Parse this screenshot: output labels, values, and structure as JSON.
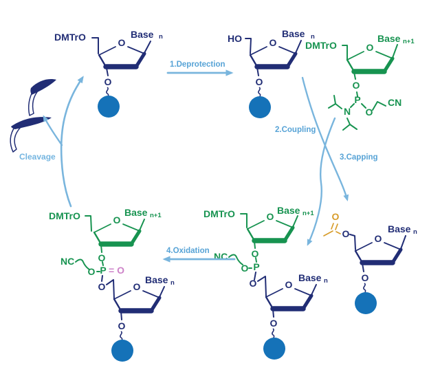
{
  "colors": {
    "navy": "#212d75",
    "green": "#179350",
    "arrow": "#79b5dd",
    "label_blue": "#57a3d6",
    "cleavage_blue": "#74b5e0",
    "bead": "#1572b8",
    "orange": "#d79c2a",
    "pink": "#cd82c8"
  },
  "atoms": {
    "dmtro": "DMTrO",
    "ho": "HO",
    "base": "Base",
    "sub_n": "n",
    "sub_n1": "n+1",
    "o": "O",
    "p": "P",
    "n": "N",
    "nc": "NC",
    "cn": "CN",
    "p_double_o": "= O"
  },
  "steps": {
    "deprotection": "1.Deprotection",
    "coupling": "2.Coupling",
    "capping": "3.Capping",
    "oxidation": "4.Oxidation",
    "cleavage": "Cleavage"
  }
}
